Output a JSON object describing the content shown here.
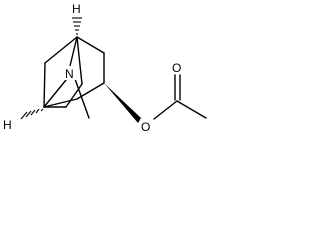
{
  "molecule": {
    "atoms": {
      "n": "N",
      "o_ester": "O",
      "o_carbonyl": "O",
      "h_top": "H",
      "h_left": "H"
    }
  }
}
